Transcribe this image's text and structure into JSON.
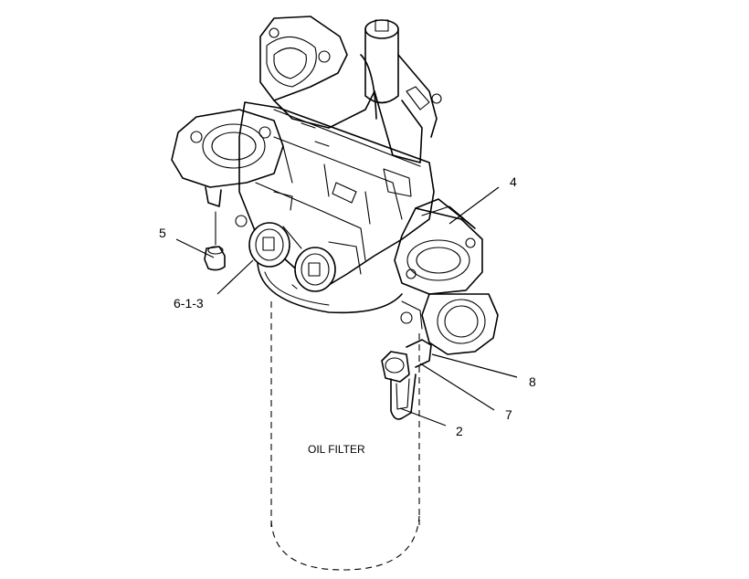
{
  "diagram": {
    "caption": "OIL FILTER",
    "callouts": [
      {
        "id": "c4",
        "label": "4"
      },
      {
        "id": "c5",
        "label": "5"
      },
      {
        "id": "c6",
        "label": "6-1-3"
      },
      {
        "id": "c8",
        "label": "8"
      },
      {
        "id": "c7",
        "label": "7"
      },
      {
        "id": "c2",
        "label": "2"
      }
    ]
  }
}
